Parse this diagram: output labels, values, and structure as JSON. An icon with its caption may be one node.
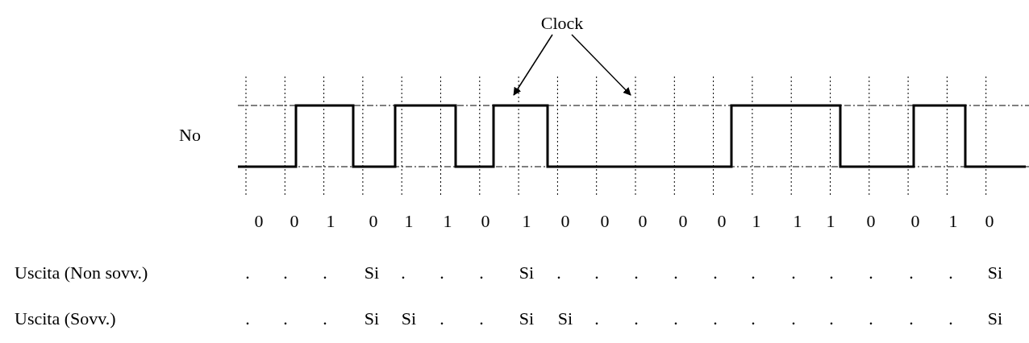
{
  "diagram": {
    "nodes": [
      {
        "text": [
          "Clock"
        ]
      },
      {
        "text": [],
        "shape": "line"
      },
      {
        "text": [],
        "shape": "line"
      }
    ],
    "edges": [
      {
        "from": 0,
        "to": 1,
        "arrow": "to"
      },
      {
        "from": 0,
        "to": 2,
        "arrow": "to"
      }
    ],
    "labels": [
      "No",
      "0",
      "0",
      "1",
      "0",
      "1",
      "1",
      "0",
      "1",
      "0",
      "0",
      "0",
      "0",
      "0",
      "1",
      "1",
      "1",
      "0",
      "0",
      "1",
      "0",
      "Uscita (Non sovv.)",
      ".",
      ".",
      ".",
      "Si",
      ".",
      ".",
      ".",
      "Si",
      ".",
      ".",
      ".",
      ".",
      ".",
      ".",
      ".",
      ".",
      ".",
      ".",
      ".",
      "Si",
      "Uscita (Sovv.)",
      ".",
      ".",
      ".",
      "Si",
      "Si",
      ".",
      ".",
      "Si",
      "Si",
      ".",
      ".",
      ".",
      ".",
      ".",
      ".",
      ".",
      ".",
      ".",
      ".",
      "Si"
    ]
  }
}
